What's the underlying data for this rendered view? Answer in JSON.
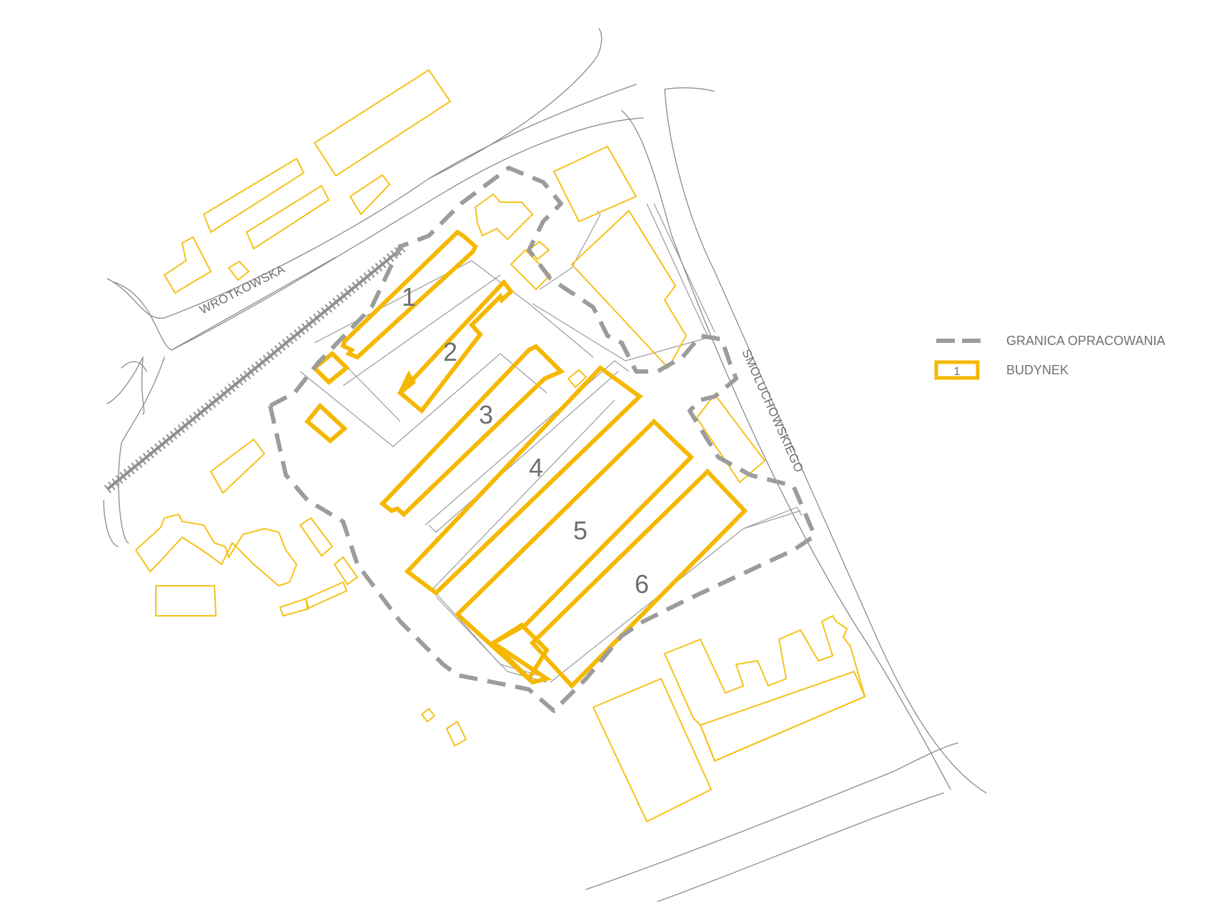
{
  "streets": {
    "wrotkowska": "WROTKOWSKA",
    "smoluchowskiego": "SMOLUCHOWSKIEGO"
  },
  "buildings": [
    "1",
    "2",
    "3",
    "4",
    "5",
    "6"
  ],
  "legend": {
    "boundary_label": "GRANICA OPRACOWANIA",
    "building_label": "BUDYNEK",
    "building_symbol_number": "1"
  },
  "colors": {
    "building": "#f5b800",
    "boundary": "#9c9c9c",
    "road": "#8a8a8a"
  }
}
